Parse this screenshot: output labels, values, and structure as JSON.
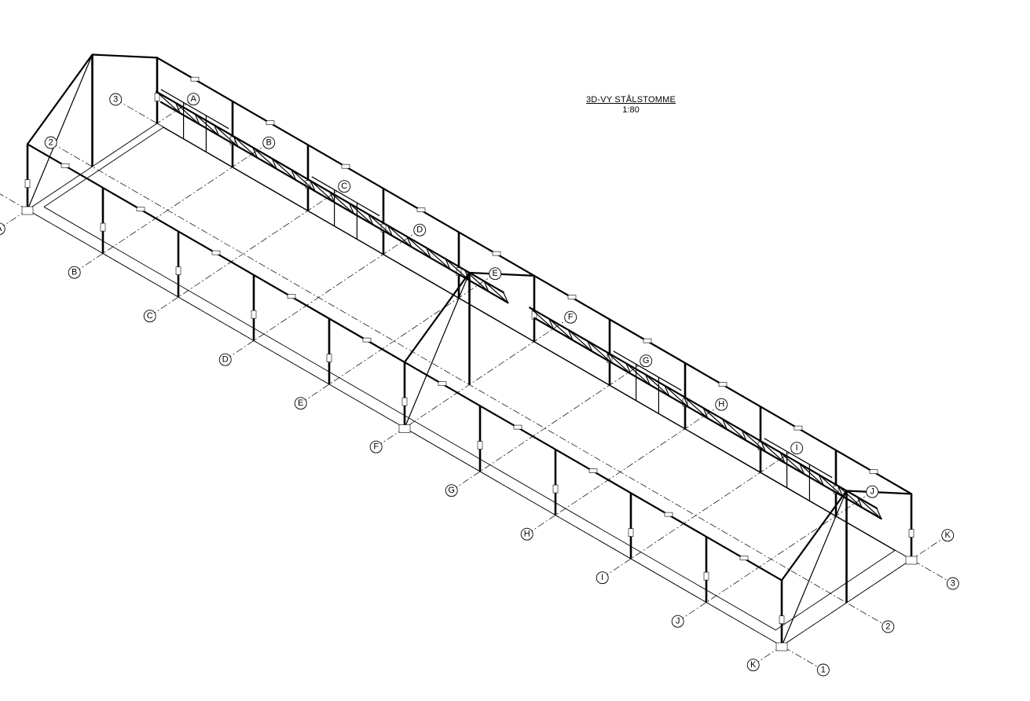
{
  "title": {
    "main": "3D-VY STÅLSTOMME",
    "scale": "1:80"
  },
  "grid_letters": [
    "A",
    "B",
    "C",
    "D",
    "E",
    "F",
    "G",
    "H",
    "I",
    "J",
    "K"
  ],
  "grid_numbers": [
    "1",
    "2",
    "3"
  ]
}
